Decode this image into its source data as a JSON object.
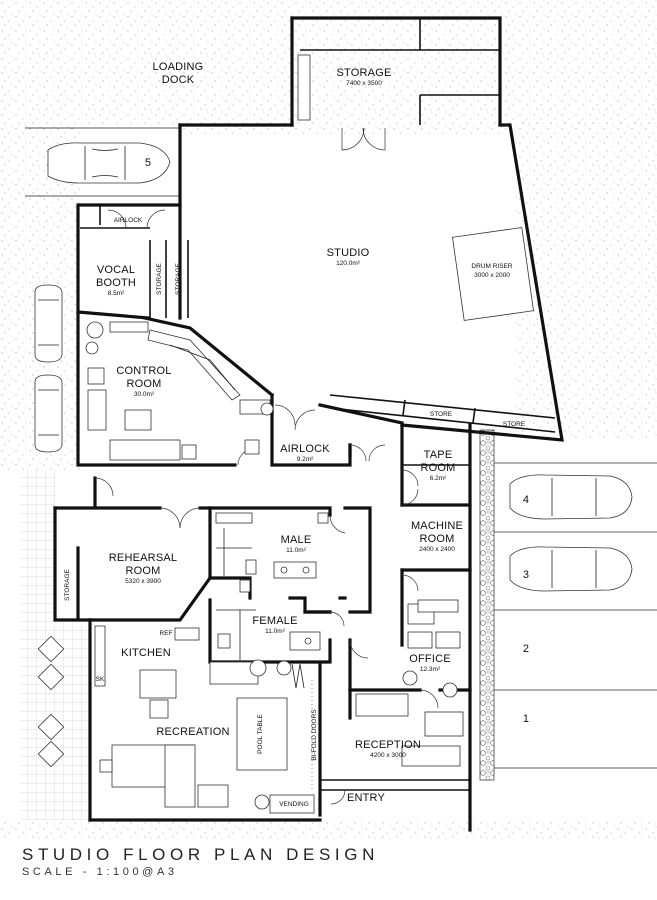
{
  "title": "STUDIO FLOOR PLAN DESIGN",
  "scale": "SCALE - 1:100@A3",
  "labels": {
    "loading_dock": [
      "LOADING",
      "DOCK"
    ],
    "storage_top": {
      "name": "STORAGE",
      "dim": "7400 x 3500"
    },
    "studio": {
      "name": "STUDIO",
      "area": "120.0m²"
    },
    "drum_riser": {
      "name": "DRUM RISER",
      "dim": "3000 x 2000"
    },
    "airlock_top": "AIRLOCK",
    "vocal_booth": {
      "name": [
        "VOCAL",
        "BOOTH"
      ],
      "area": "8.5m²"
    },
    "storage_vert_1": "STORAGE",
    "storage_vert_2": "STORAGE",
    "control_room": {
      "name": [
        "CONTROL",
        "ROOM"
      ],
      "area": "30.0m²"
    },
    "store_1": "STORE",
    "store_2": "STORE",
    "airlock_mid": {
      "name": "AIRLOCK",
      "area": "9.2m²"
    },
    "tape_room": {
      "name": [
        "TAPE",
        "ROOM"
      ],
      "area": "6.2m²"
    },
    "male": {
      "name": "MALE",
      "area": "11.0m²"
    },
    "female": {
      "name": "FEMALE",
      "area": "11.0m²"
    },
    "rehearsal": {
      "name": [
        "REHEARSAL",
        "ROOM"
      ],
      "dim": "5320 x 3900"
    },
    "storage_left": "STORAGE",
    "machine_room": {
      "name": [
        "MACHINE",
        "ROOM"
      ],
      "dim": "2400 x 2400"
    },
    "office": {
      "name": "OFFICE",
      "area": "12.3m²"
    },
    "ref": "REF",
    "kitchen": "KITCHEN",
    "sk": "SK",
    "recreation": "RECREATION",
    "pool_table": "POOL TABLE",
    "bifold": "BI-FOLD DOORS",
    "reception": {
      "name": "RECEPTION",
      "dim": "4200 x 3000"
    },
    "vending": "VENDING",
    "entry": "ENTRY",
    "bays": [
      "5",
      "4",
      "3",
      "2",
      "1"
    ]
  }
}
